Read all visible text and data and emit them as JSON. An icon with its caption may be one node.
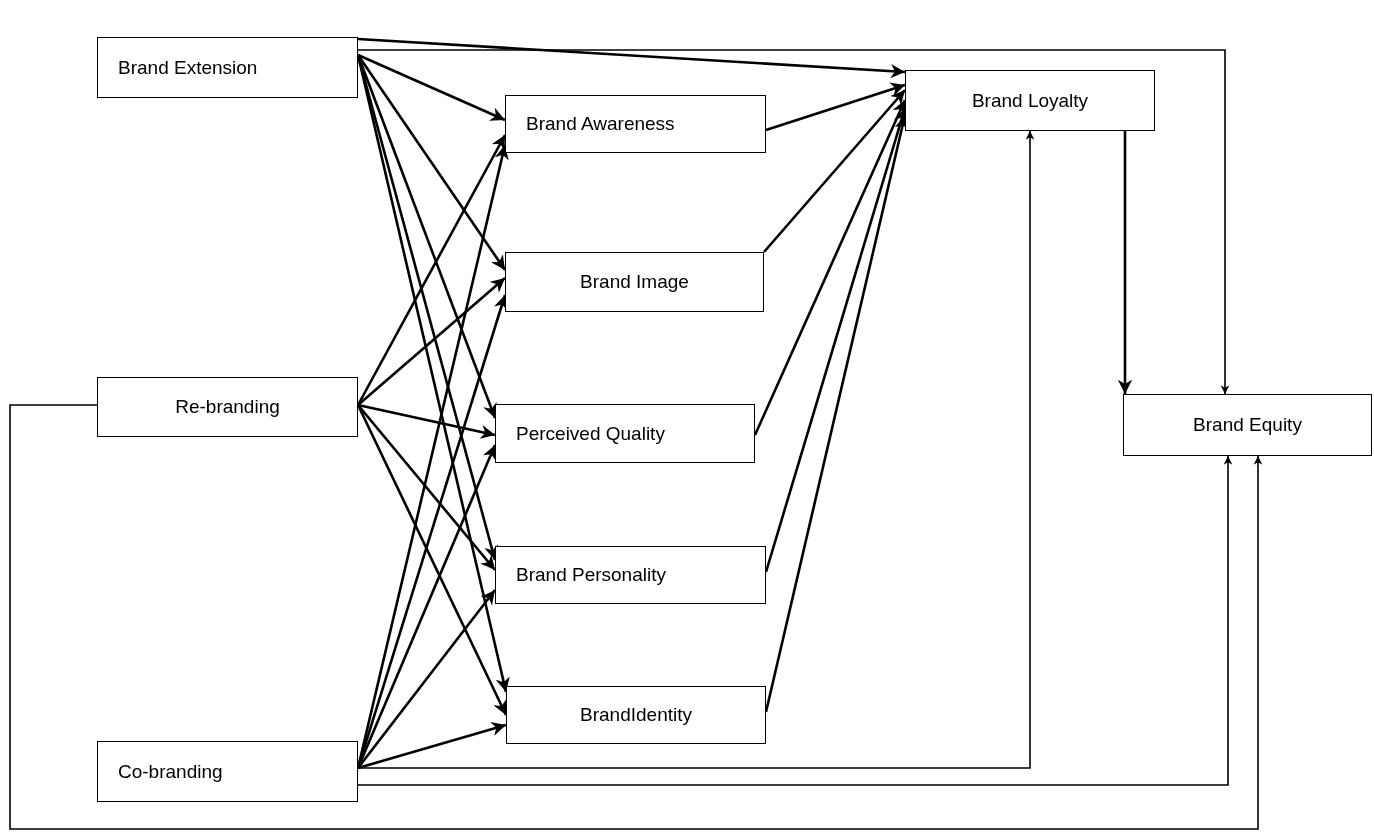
{
  "diagram": {
    "nodes": [
      {
        "text": [
          "Brand Extension"
        ]
      },
      {
        "text": [
          "Re-branding"
        ]
      },
      {
        "text": [
          "Co-branding"
        ]
      },
      {
        "text": [
          "Brand Awareness"
        ]
      },
      {
        "text": [
          "Brand Image"
        ]
      },
      {
        "text": [
          "Perceived Quality"
        ]
      },
      {
        "text": [
          "Brand Personality"
        ]
      },
      {
        "text": [
          "BrandIdentity"
        ]
      },
      {
        "text": [
          "Brand Loyalty"
        ]
      },
      {
        "text": [
          "Brand Equity"
        ]
      }
    ],
    "edges": [
      {
        "from": 0,
        "to": 3,
        "arrow": "to"
      },
      {
        "from": 0,
        "to": 4,
        "arrow": "to"
      },
      {
        "from": 0,
        "to": 5,
        "arrow": "to"
      },
      {
        "from": 0,
        "to": 6,
        "arrow": "to"
      },
      {
        "from": 0,
        "to": 7,
        "arrow": "to"
      },
      {
        "from": 1,
        "to": 3,
        "arrow": "to"
      },
      {
        "from": 1,
        "to": 4,
        "arrow": "to"
      },
      {
        "from": 1,
        "to": 5,
        "arrow": "to"
      },
      {
        "from": 1,
        "to": 6,
        "arrow": "to"
      },
      {
        "from": 1,
        "to": 7,
        "arrow": "to"
      },
      {
        "from": 2,
        "to": 3,
        "arrow": "to"
      },
      {
        "from": 2,
        "to": 4,
        "arrow": "to"
      },
      {
        "from": 2,
        "to": 5,
        "arrow": "to"
      },
      {
        "from": 2,
        "to": 6,
        "arrow": "to"
      },
      {
        "from": 2,
        "to": 7,
        "arrow": "to"
      },
      {
        "from": 0,
        "to": 8,
        "arrow": "to"
      },
      {
        "from": 3,
        "to": 8,
        "arrow": "to"
      },
      {
        "from": 4,
        "to": 8,
        "arrow": "to"
      },
      {
        "from": 5,
        "to": 8,
        "arrow": "to"
      },
      {
        "from": 6,
        "to": 8,
        "arrow": "to"
      },
      {
        "from": 7,
        "to": 8,
        "arrow": "to"
      },
      {
        "from": 8,
        "to": 9,
        "arrow": "to"
      },
      {
        "from": 0,
        "to": 9,
        "arrow": "to"
      },
      {
        "from": 2,
        "to": 8,
        "arrow": "to"
      },
      {
        "from": 2,
        "to": 9,
        "arrow": "to"
      },
      {
        "from": 1,
        "to": 9,
        "arrow": "to"
      }
    ]
  }
}
